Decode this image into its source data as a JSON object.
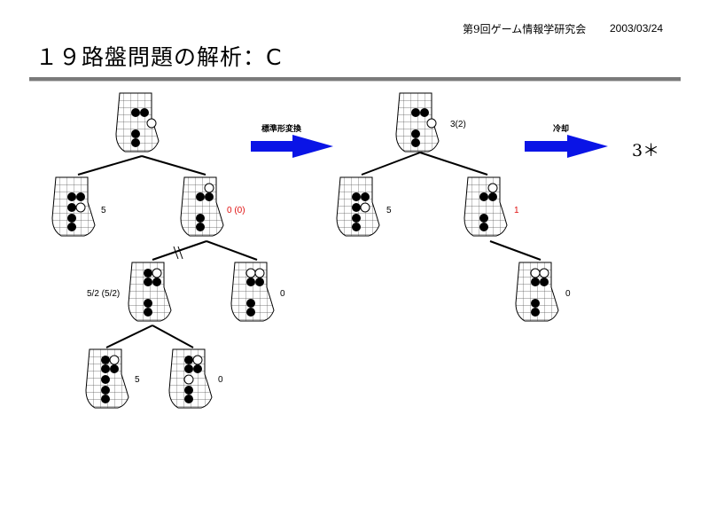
{
  "header": {
    "event": "第9回ゲーム情報学研究会",
    "date": "2003/03/24",
    "title": "１９路盤問題の解析：C"
  },
  "arrows": {
    "first": "標準形変換",
    "second": "冷却"
  },
  "result": "3＊",
  "left_tree": {
    "root_value": "",
    "level1_left_value": "5",
    "level1_right_value": "0 (0)",
    "level2_left_value": "5/2 (5/2)",
    "level2_right_value": "0",
    "level3_left_value": "5",
    "level3_right_value": "0"
  },
  "middle_tree": {
    "root_value": "3(2)",
    "level1_left_value": "5",
    "level1_right_value": "1",
    "level2_value": "0"
  },
  "colors": {
    "arrow": "#0a14e6",
    "highlight_value": "#e01010",
    "line": "#000000"
  }
}
